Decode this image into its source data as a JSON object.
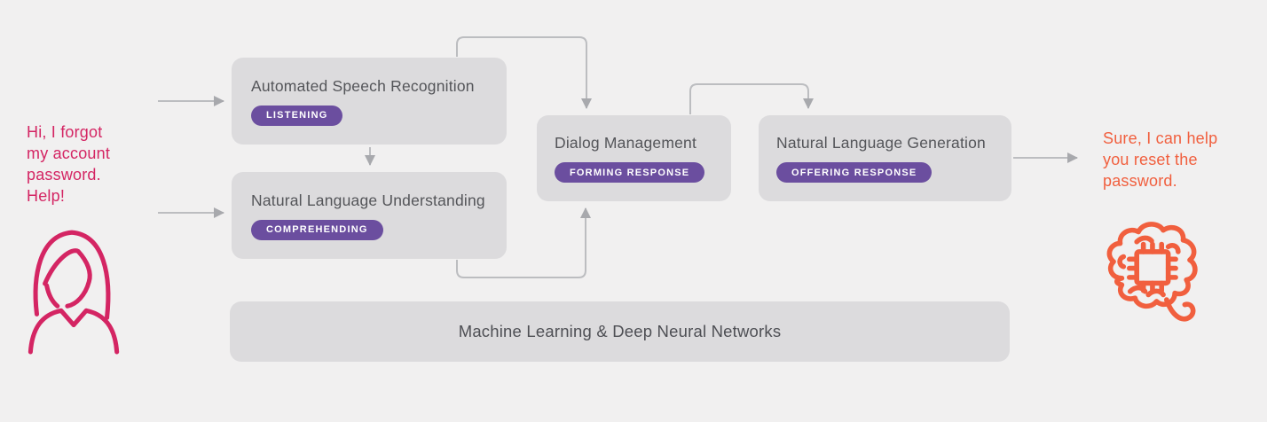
{
  "user_side": {
    "message": "Hi, I forgot\nmy account\npassword.\nHelp!",
    "icon": "person-icon",
    "accent_color": "#d42563"
  },
  "bot_side": {
    "message": "Sure, I can help\nyou reset the\npassword.",
    "icon": "brain-chip-icon",
    "accent_color": "#f15f3e"
  },
  "boxes": [
    {
      "title": "Automated Speech Recognition",
      "badge": "LISTENING"
    },
    {
      "title": "Natural Language Understanding",
      "badge": "COMPREHENDING"
    },
    {
      "title": "Dialog Management",
      "badge": "FORMING RESPONSE"
    },
    {
      "title": "Natural Language Generation",
      "badge": "OFFERING RESPONSE"
    }
  ],
  "foundation": {
    "label": "Machine Learning & Deep Neural Networks"
  },
  "colors": {
    "background": "#f1f0f0",
    "box_fill": "#dcdbdd",
    "box_title_text": "#545559",
    "badge_fill": "#6b4e9f",
    "badge_text": "#ffffff",
    "connector_line": "#bcbdc0",
    "connector_arrowhead": "#a8a9ad",
    "user_accent": "#d42563",
    "bot_accent": "#f15f3e"
  }
}
